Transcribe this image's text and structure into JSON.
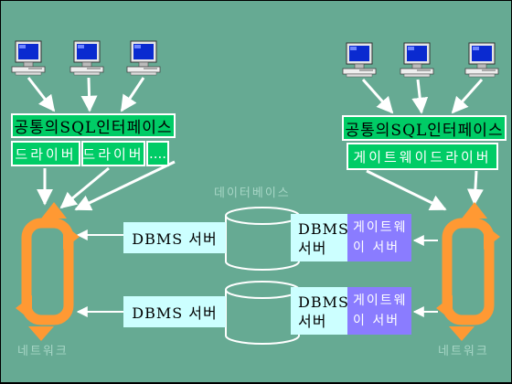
{
  "left_client": {
    "interface_label": "공통의SQL인터페이스",
    "driver_labels": [
      "드라이버",
      "드라이버",
      "...."
    ]
  },
  "right_client": {
    "interface_label": "공통의SQL인터페이스",
    "gateway_driver_label": "게이트웨이드라이버"
  },
  "database_label": "데이터베이스",
  "servers": [
    {
      "dbms_label": "DBMS 서버",
      "dbms_label_line1": "DBMS",
      "dbms_label_line2": "서버",
      "gateway_line1": "게이트웨",
      "gateway_line2": "이 서버"
    },
    {
      "dbms_label": "DBMS 서버",
      "dbms_label_line1": "DBMS",
      "dbms_label_line2": "서버",
      "gateway_line1": "게이트웨",
      "gateway_line2": "이 서버"
    }
  ],
  "network_labels": {
    "left": "네트워크",
    "right": "네트워크"
  },
  "colors": {
    "background": "#66aa93",
    "green_box": "#00cc66",
    "dbms_box": "#ccffff",
    "gateway_box": "#8a7cff",
    "network_arrow": "#ff9933"
  },
  "icons": [
    "computer-icon",
    "database-cylinder-icon",
    "network-ring-icon"
  ]
}
